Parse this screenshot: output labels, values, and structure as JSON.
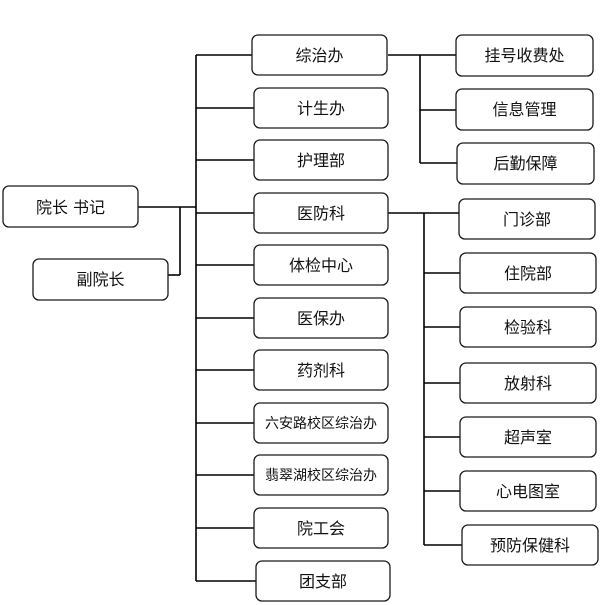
{
  "org_chart": {
    "root": {
      "label": "院长 书记"
    },
    "deputy": {
      "label": "副院长"
    },
    "departments": [
      {
        "label": "综治办"
      },
      {
        "label": "计生办"
      },
      {
        "label": "护理部"
      },
      {
        "label": "医防科"
      },
      {
        "label": "体检中心"
      },
      {
        "label": "医保办"
      },
      {
        "label": "药剂科"
      },
      {
        "label": "六安路校区综治办"
      },
      {
        "label": "翡翠湖校区综治办"
      },
      {
        "label": "院工会"
      },
      {
        "label": "团支部"
      }
    ],
    "admin_units": [
      {
        "label": "挂号收费处"
      },
      {
        "label": "信息管理"
      },
      {
        "label": "后勤保障"
      }
    ],
    "clinical_units": [
      {
        "label": "门诊部"
      },
      {
        "label": "住院部"
      },
      {
        "label": "检验科"
      },
      {
        "label": "放射科"
      },
      {
        "label": "超声室"
      },
      {
        "label": "心电图室"
      },
      {
        "label": "预防保健科"
      }
    ]
  },
  "colors": {
    "line": "#000000",
    "box_border": "#1a1a1a",
    "text": "#111111",
    "background": "#ffffff"
  }
}
